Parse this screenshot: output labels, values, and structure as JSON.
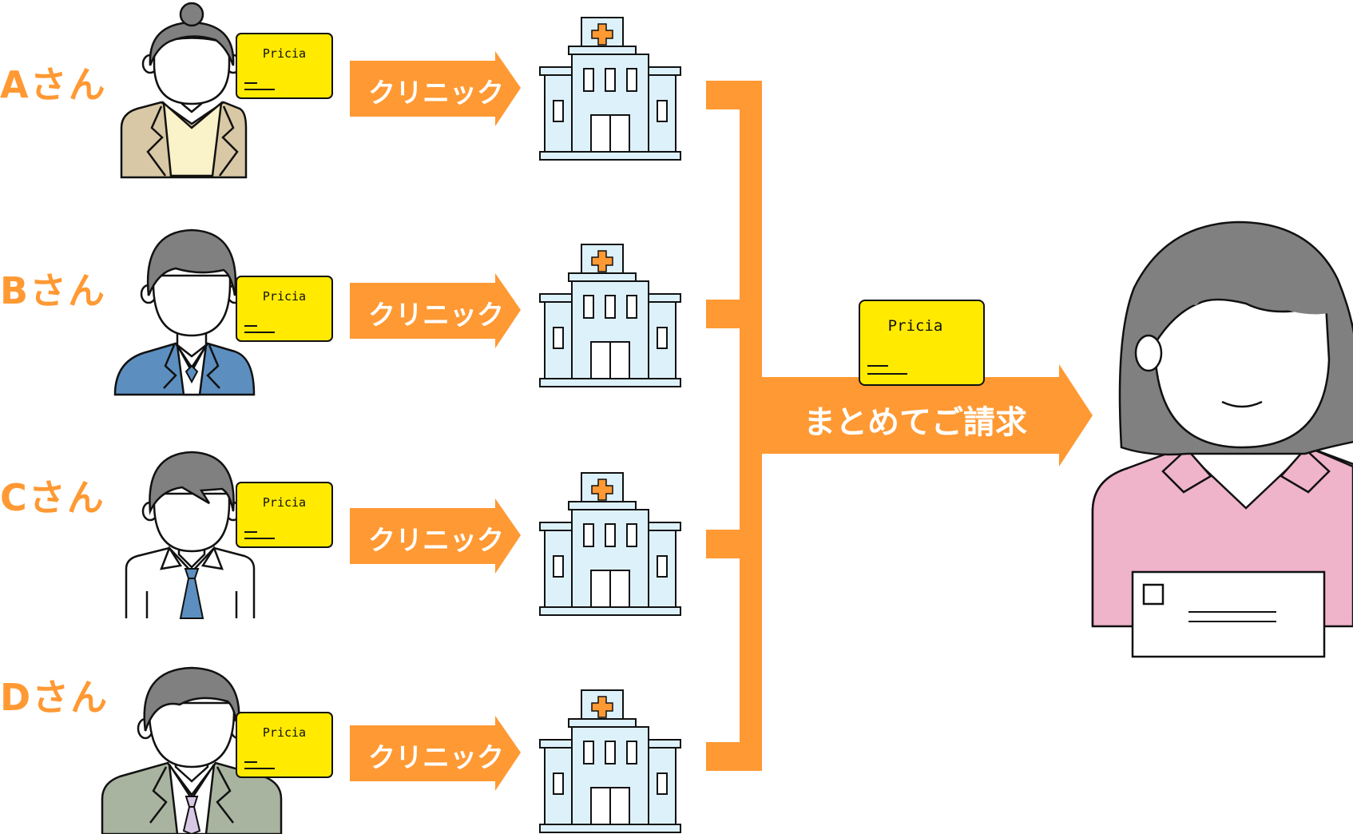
{
  "persons": [
    {
      "label": "Aさん",
      "card_label": "Pricia",
      "arrow_label": "クリニック"
    },
    {
      "label": "Bさん",
      "card_label": "Pricia",
      "arrow_label": "クリニック"
    },
    {
      "label": "Cさん",
      "card_label": "Pricia",
      "arrow_label": "クリニック"
    },
    {
      "label": "Dさん",
      "card_label": "Pricia",
      "arrow_label": "クリニック"
    }
  ],
  "combined": {
    "card_label": "Pricia",
    "arrow_label": "まとめてご請求"
  },
  "colors": {
    "accent": "#FF9933",
    "card": "#FFEA00",
    "building_fill": "#DDF1FB",
    "hair": "#808080",
    "receiver_shirt": "#EFB3CA"
  }
}
